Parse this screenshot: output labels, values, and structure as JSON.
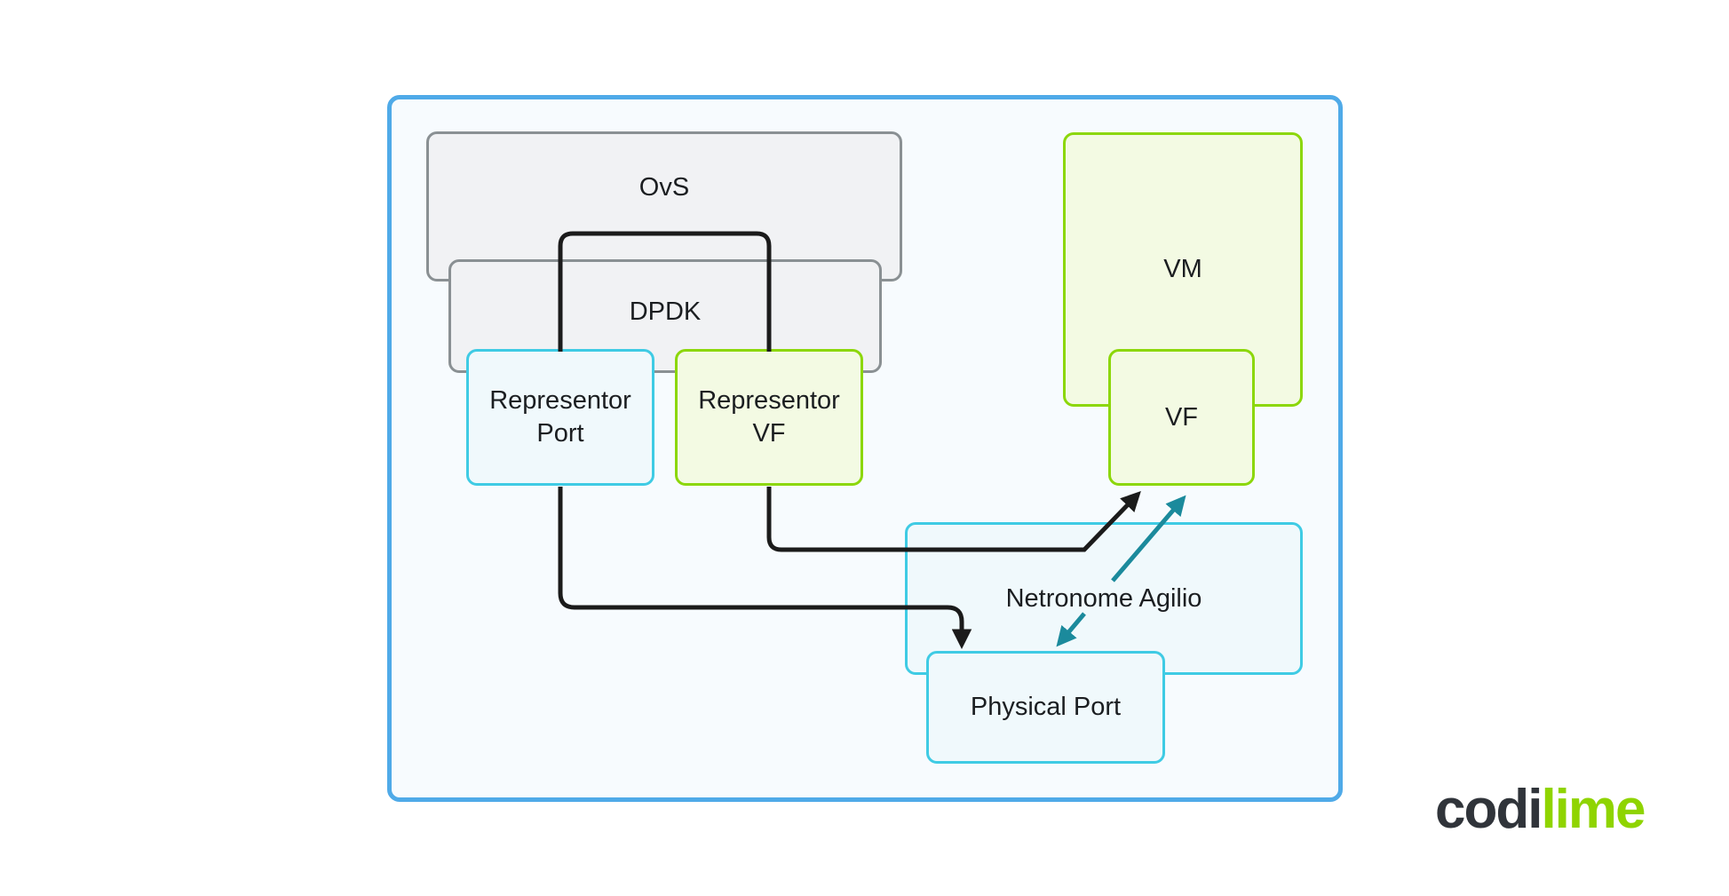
{
  "diagram": {
    "nodes": {
      "ovs": {
        "label": "OvS"
      },
      "dpdk": {
        "label": "DPDK"
      },
      "representor_port": {
        "line1": "Representor",
        "line2": "Port"
      },
      "representor_vf": {
        "line1": "Representor",
        "line2": "VF"
      },
      "vm": {
        "label": "VM"
      },
      "vf": {
        "label": "VF"
      },
      "netronome_agilio": {
        "label": "Netronome Agilio"
      },
      "physical_port": {
        "label": "Physical Port"
      }
    },
    "colors": {
      "container_border": "#4FAAE8",
      "container_fill": "#F7FBFE",
      "gray_box_border": "#8A9093",
      "gray_box_fill": "#F1F2F4",
      "cyan_box_border": "#3FCBE4",
      "cyan_box_fill": "#F0F9FC",
      "green_box_border": "#8CD70A",
      "green_box_fill": "#F3FAE3",
      "connector_black": "#1B1B1B",
      "connector_teal": "#1B8A9C",
      "text": "#1B1E21"
    }
  },
  "logo": {
    "part1": "codi",
    "part2": "lime",
    "part1_color": "#30343A",
    "part2_color": "#8FD400"
  }
}
